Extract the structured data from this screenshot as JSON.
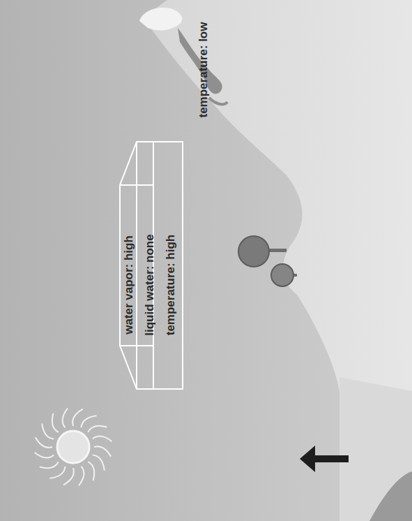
{
  "diagram": {
    "nodes": [
      {
        "text": [
          "water vapor: high",
          "liquid water: none",
          "temperature: high"
        ]
      }
    ],
    "labels": [
      "temperature: low"
    ]
  }
}
